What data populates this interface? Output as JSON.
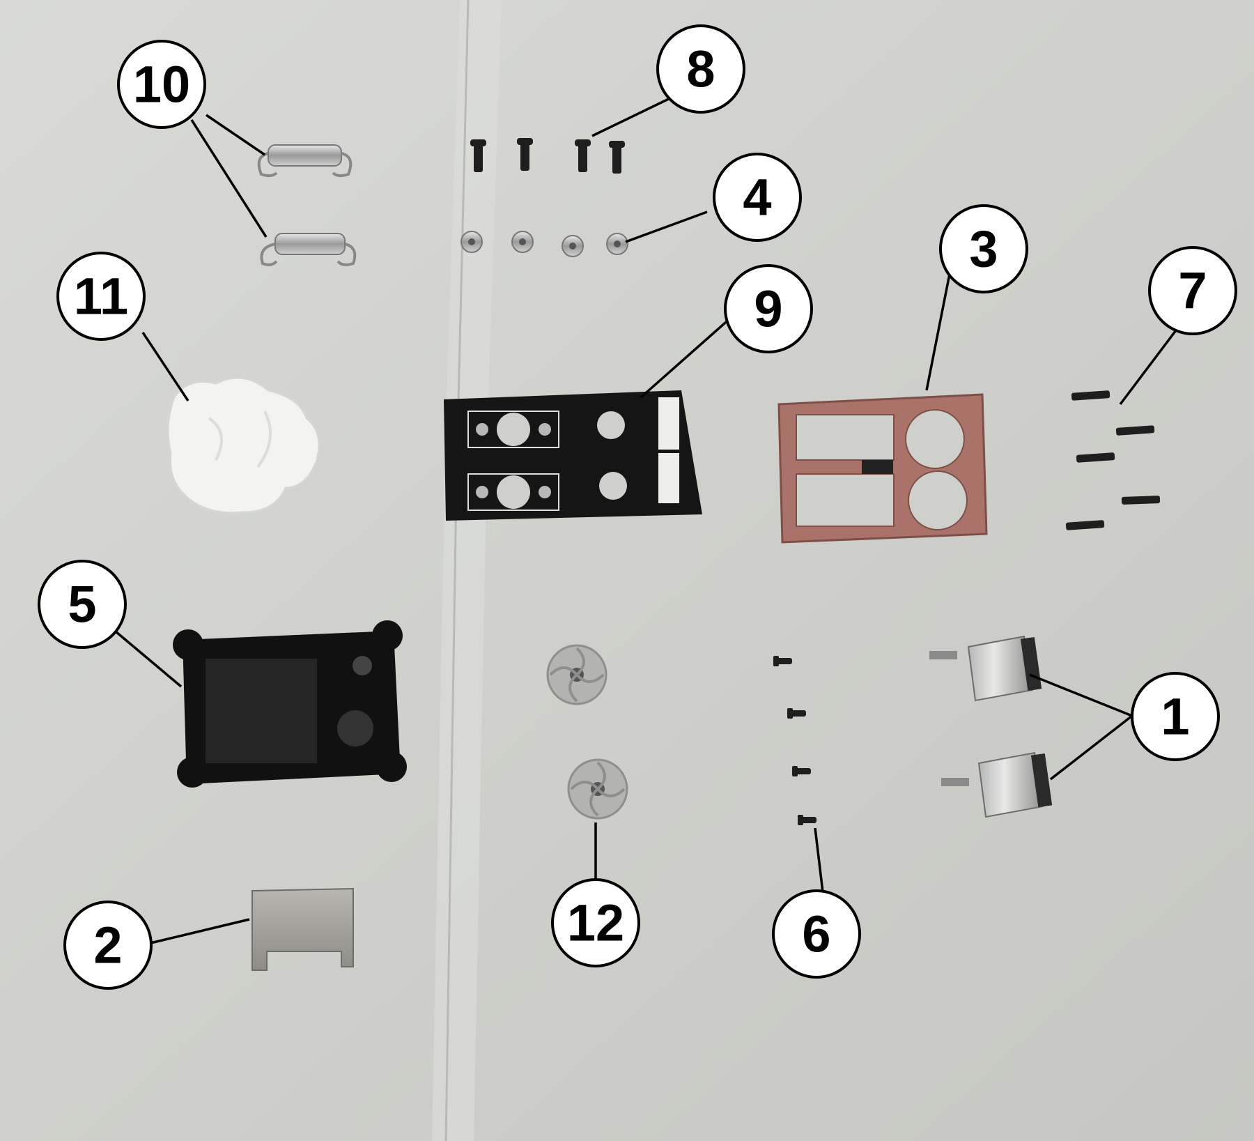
{
  "photo": {
    "description_tags": [
      "disassembled-pump-parts"
    ],
    "background_color": "#cfd0cb",
    "labels": [
      {
        "text": "1"
      },
      {
        "text": "2"
      },
      {
        "text": "3"
      },
      {
        "text": "4"
      },
      {
        "text": "5"
      },
      {
        "text": "6"
      },
      {
        "text": "7"
      },
      {
        "text": "8"
      },
      {
        "text": "9"
      },
      {
        "text": "10"
      },
      {
        "text": "11"
      },
      {
        "text": "12"
      }
    ]
  }
}
